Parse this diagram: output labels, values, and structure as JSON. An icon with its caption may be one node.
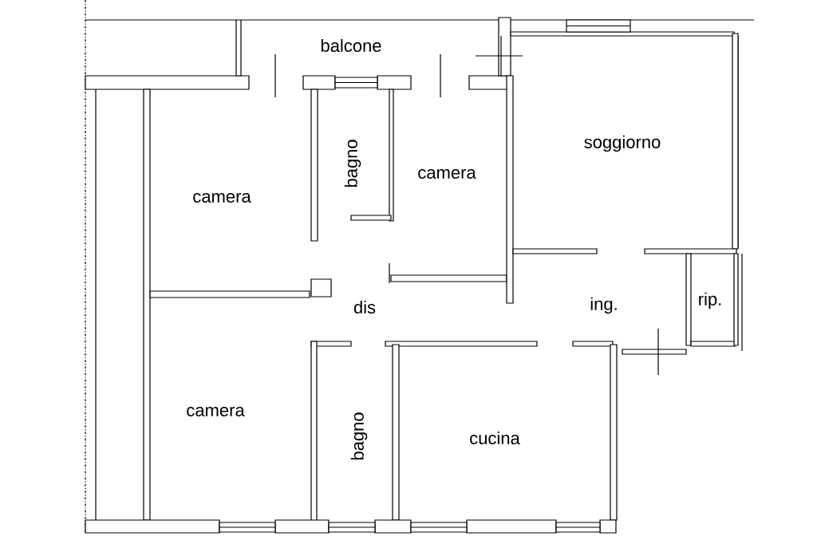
{
  "diagram": {
    "labels": [
      "balcone",
      "soggiorno",
      "bagno",
      "camera",
      "camera",
      "rip.",
      "ing.",
      "dis",
      "camera",
      "bagno",
      "cucina"
    ]
  }
}
